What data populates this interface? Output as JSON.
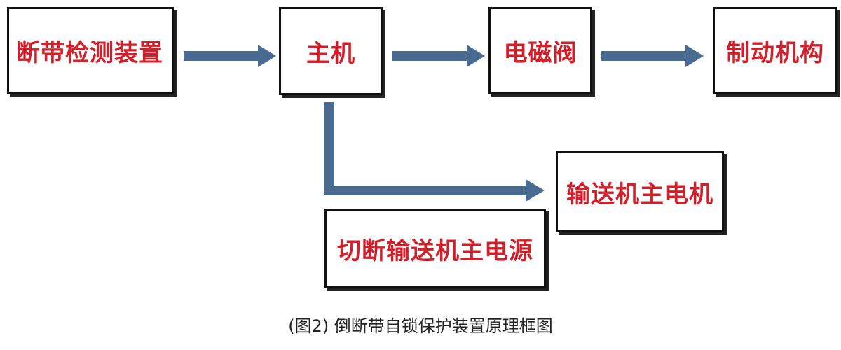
{
  "diagram": {
    "nodes": [
      {
        "id": "detector",
        "label": "断带检测装置"
      },
      {
        "id": "host",
        "label": "主机"
      },
      {
        "id": "valve",
        "label": "电磁阀"
      },
      {
        "id": "brake",
        "label": "制动机构"
      },
      {
        "id": "motor",
        "label": "输送机主电机"
      },
      {
        "id": "cutpower",
        "label": "切断输送机主电源"
      }
    ],
    "edges": [
      {
        "from": "detector",
        "to": "host"
      },
      {
        "from": "host",
        "to": "valve"
      },
      {
        "from": "valve",
        "to": "brake"
      },
      {
        "from": "host",
        "to": "motor"
      }
    ],
    "caption": "(图2) 倒断带自锁保护装置原理框图",
    "colors": {
      "node_label": "#d31f2a",
      "arrow": "#4a6b90",
      "border": "#111111"
    }
  }
}
